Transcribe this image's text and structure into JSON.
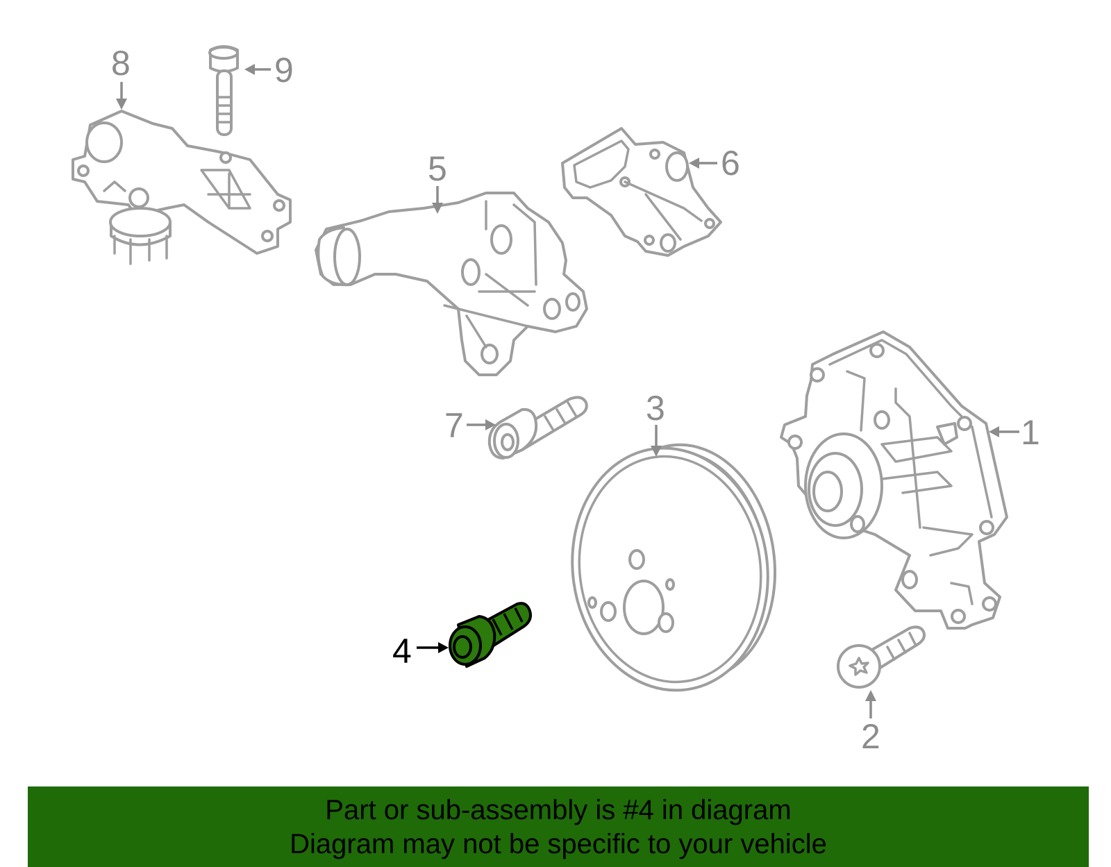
{
  "diagram": {
    "callouts": {
      "c1": "1",
      "c2": "2",
      "c3": "3",
      "c4": "4",
      "c5": "5",
      "c6": "6",
      "c7": "7",
      "c8": "8",
      "c9": "9"
    },
    "highlighted_part": "4",
    "colors": {
      "highlight": "#2b7a0b",
      "outline": "#9e9e9e",
      "banner": "#1e6b08"
    }
  },
  "banner": {
    "line1": "Part or sub-assembly is #4 in diagram",
    "line2": "Diagram may not be specific to your vehicle"
  }
}
